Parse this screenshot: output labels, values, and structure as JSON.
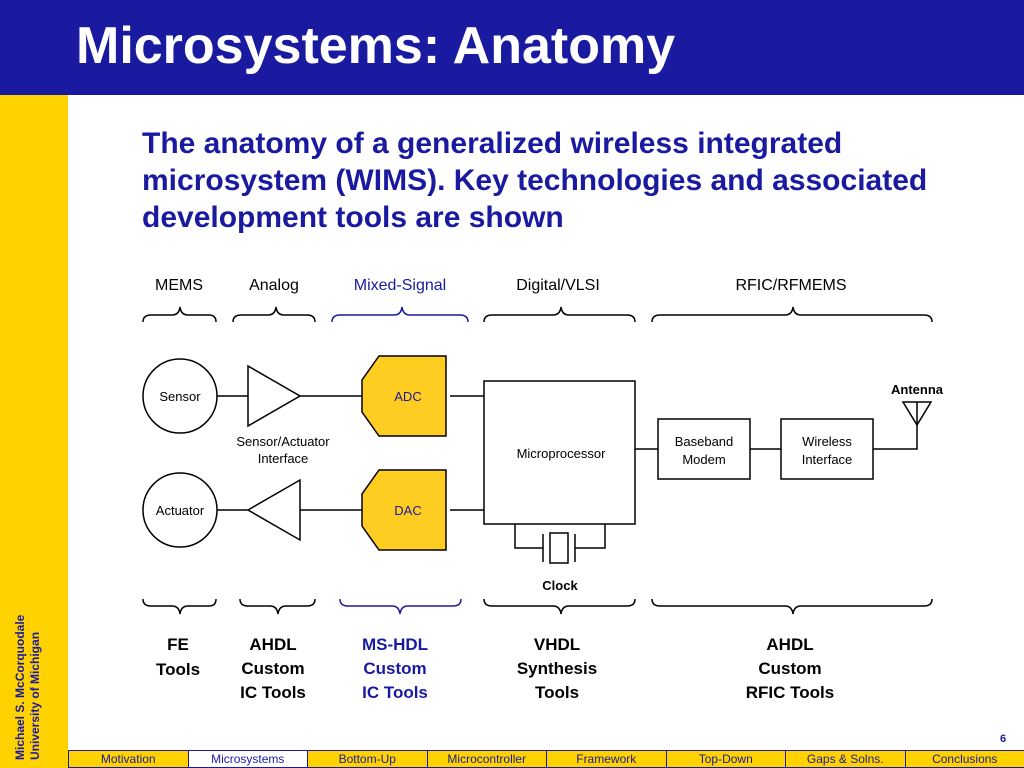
{
  "slide": {
    "title": "Microsystems: Anatomy",
    "subtitle": "The anatomy of a generalized wireless integrated microsystem (WIMS). Key technologies and associated development tools are shown",
    "side_credit_line1": "Michael S. McCorquodale",
    "side_credit_line2": "University of Michigan",
    "page_number": "6"
  },
  "colors": {
    "navy": "#1a1aa0",
    "gold": "#ffd200",
    "block_fill": "#ffcc22"
  },
  "diagram": {
    "categories": [
      "MEMS",
      "Analog",
      "Mixed-Signal",
      "Digital/VLSI",
      "RFIC/RFMEMS"
    ],
    "blocks": {
      "sensor": "Sensor",
      "actuator": "Actuator",
      "interface_line1": "Sensor/Actuator",
      "interface_line2": "Interface",
      "adc": "ADC",
      "dac": "DAC",
      "microprocessor": "Microprocessor",
      "clock": "Clock",
      "baseband_line1": "Baseband",
      "baseband_line2": "Modem",
      "wireless_line1": "Wireless",
      "wireless_line2": "Interface",
      "antenna": "Antenna"
    },
    "tools": [
      [
        "FE",
        "Tools"
      ],
      [
        "AHDL",
        "Custom",
        "IC Tools"
      ],
      [
        "MS-HDL",
        "Custom",
        "IC Tools"
      ],
      [
        "VHDL",
        "Synthesis",
        "Tools"
      ],
      [
        "AHDL",
        "Custom",
        "RFIC Tools"
      ]
    ]
  },
  "nav": {
    "tabs": [
      "Motivation",
      "Microsystems",
      "Bottom-Up",
      "Microcontroller",
      "Framework",
      "Top-Down",
      "Gaps & Solns.",
      "Conclusions"
    ],
    "active": "Microsystems"
  }
}
